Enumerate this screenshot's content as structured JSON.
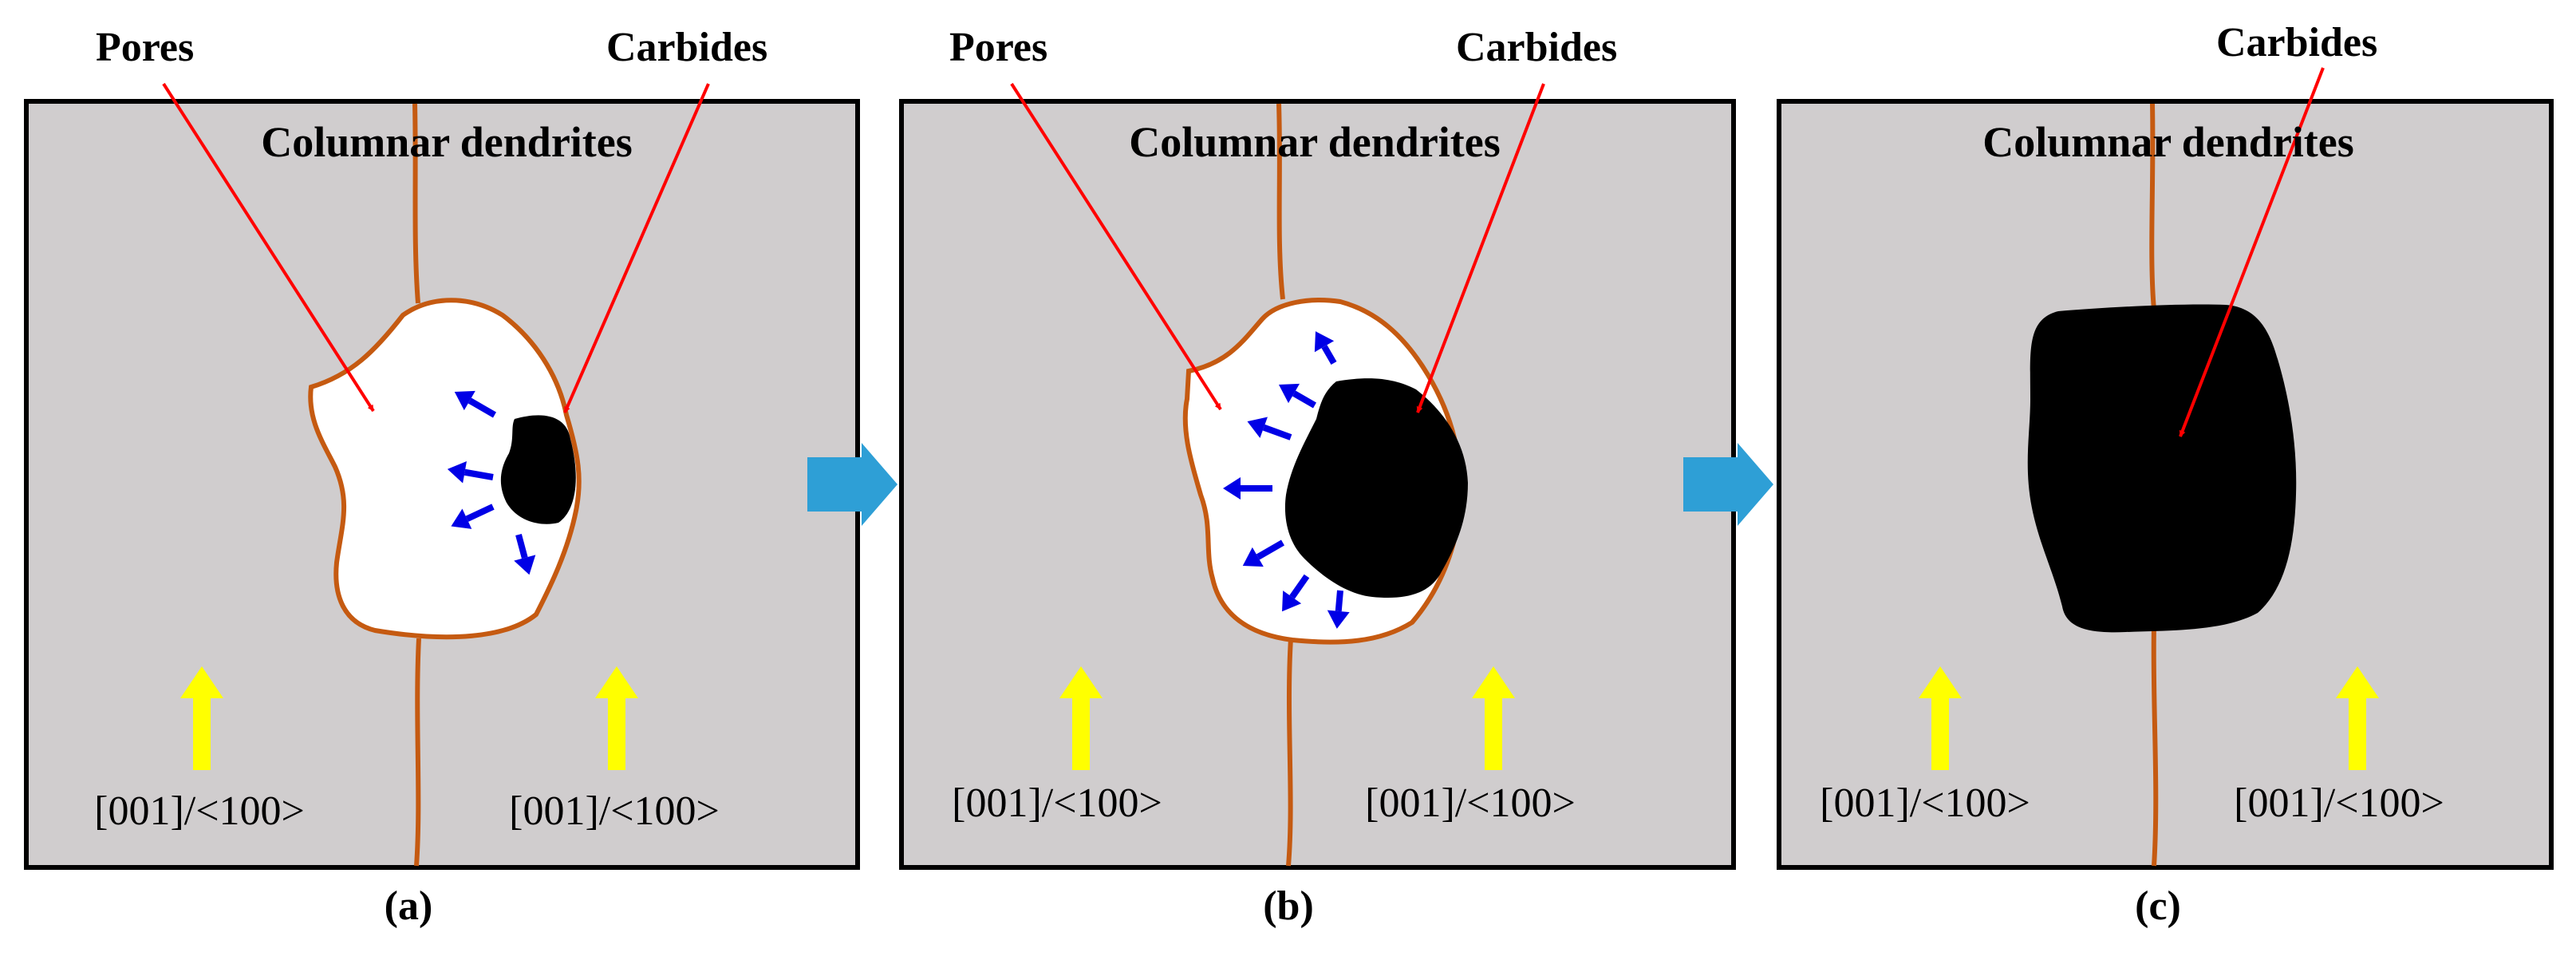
{
  "figure": {
    "panels": [
      {
        "caption": "(a)",
        "title": "Columnar dendrites",
        "callouts": {
          "pores": "Pores",
          "carbides": "Carbides"
        },
        "direction_left": "[001]/<100>",
        "direction_right": "[001]/<100>"
      },
      {
        "caption": "(b)",
        "title": "Columnar dendrites",
        "callouts": {
          "pores": "Pores",
          "carbides": "Carbides"
        },
        "direction_left": "[001]/<100>",
        "direction_right": "[001]/<100>"
      },
      {
        "caption": "(c)",
        "title": "Columnar dendrites",
        "callouts": {
          "carbides": "Carbides"
        },
        "direction_left": "[001]/<100>",
        "direction_right": "[001]/<100>"
      }
    ],
    "colors": {
      "panel_fill": "#d0cdce",
      "panel_border": "#000000",
      "grain_boundary": "#c55a11",
      "pore_fill": "#ffffff",
      "carbide_fill": "#000000",
      "callout_arrow": "#ff0000",
      "growth_arrow": "#0000e6",
      "direction_arrow": "#ffff00",
      "step_arrow": "#2e9fd6"
    }
  }
}
